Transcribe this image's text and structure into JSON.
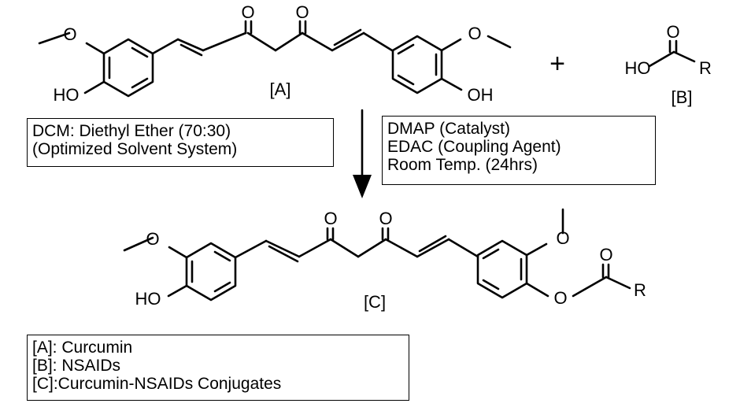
{
  "molecules": {
    "a": {
      "label": "[A]",
      "atoms": {
        "o_ketone": "O",
        "ho": "HO",
        "oh": "OH"
      }
    },
    "b": {
      "label": "[B]",
      "atoms": {
        "ho": "HO",
        "o": "O",
        "r": "R"
      }
    },
    "c": {
      "label": "[C]",
      "atoms": {
        "o_ketone": "O",
        "ho": "HO",
        "o_ester": "O",
        "r": "R"
      }
    }
  },
  "plus_sign": "+",
  "solvent_box": {
    "lines": [
      "DCM: Diethyl Ether (70:30)",
      "(Optimized Solvent System)"
    ]
  },
  "conditions_box": {
    "lines": [
      "DMAP (Catalyst)",
      "EDAC (Coupling Agent)",
      "Room Temp. (24hrs)"
    ]
  },
  "legend_box": {
    "lines": [
      "[A]: Curcumin",
      "[B]: NSAIDs",
      "[C]:Curcumin-NSAIDs Conjugates"
    ]
  }
}
